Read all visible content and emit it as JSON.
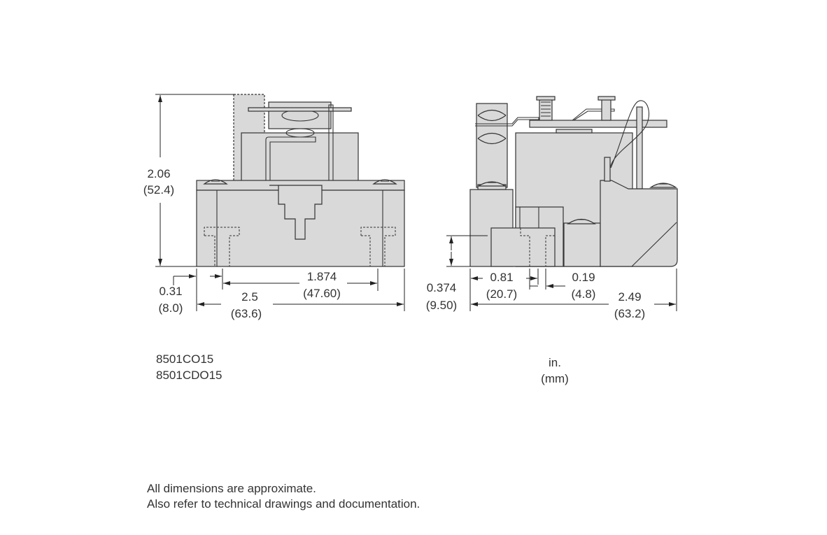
{
  "left_view": {
    "height": {
      "in": "2.06",
      "mm": "(52.4)"
    },
    "offset": {
      "in": "0.31",
      "mm": "(8.0)"
    },
    "mounting_spacing": {
      "in": "1.874",
      "mm": "(47.60)"
    },
    "width": {
      "in": "2.5",
      "mm": "(63.6)"
    }
  },
  "right_view": {
    "mount_height": {
      "in": "0.374",
      "mm": "(9.50)"
    },
    "hole_offset": {
      "in": "0.81",
      "mm": "(20.7)"
    },
    "hole_width": {
      "in": "0.19",
      "mm": "(4.8)"
    },
    "width": {
      "in": "2.49",
      "mm": "(63.2)"
    }
  },
  "part_numbers": [
    "8501CO15",
    "8501CDO15"
  ],
  "units": {
    "primary": "in.",
    "secondary": "(mm)"
  },
  "notes": [
    "All dimensions are approximate.",
    "Also refer to technical drawings and documentation."
  ]
}
